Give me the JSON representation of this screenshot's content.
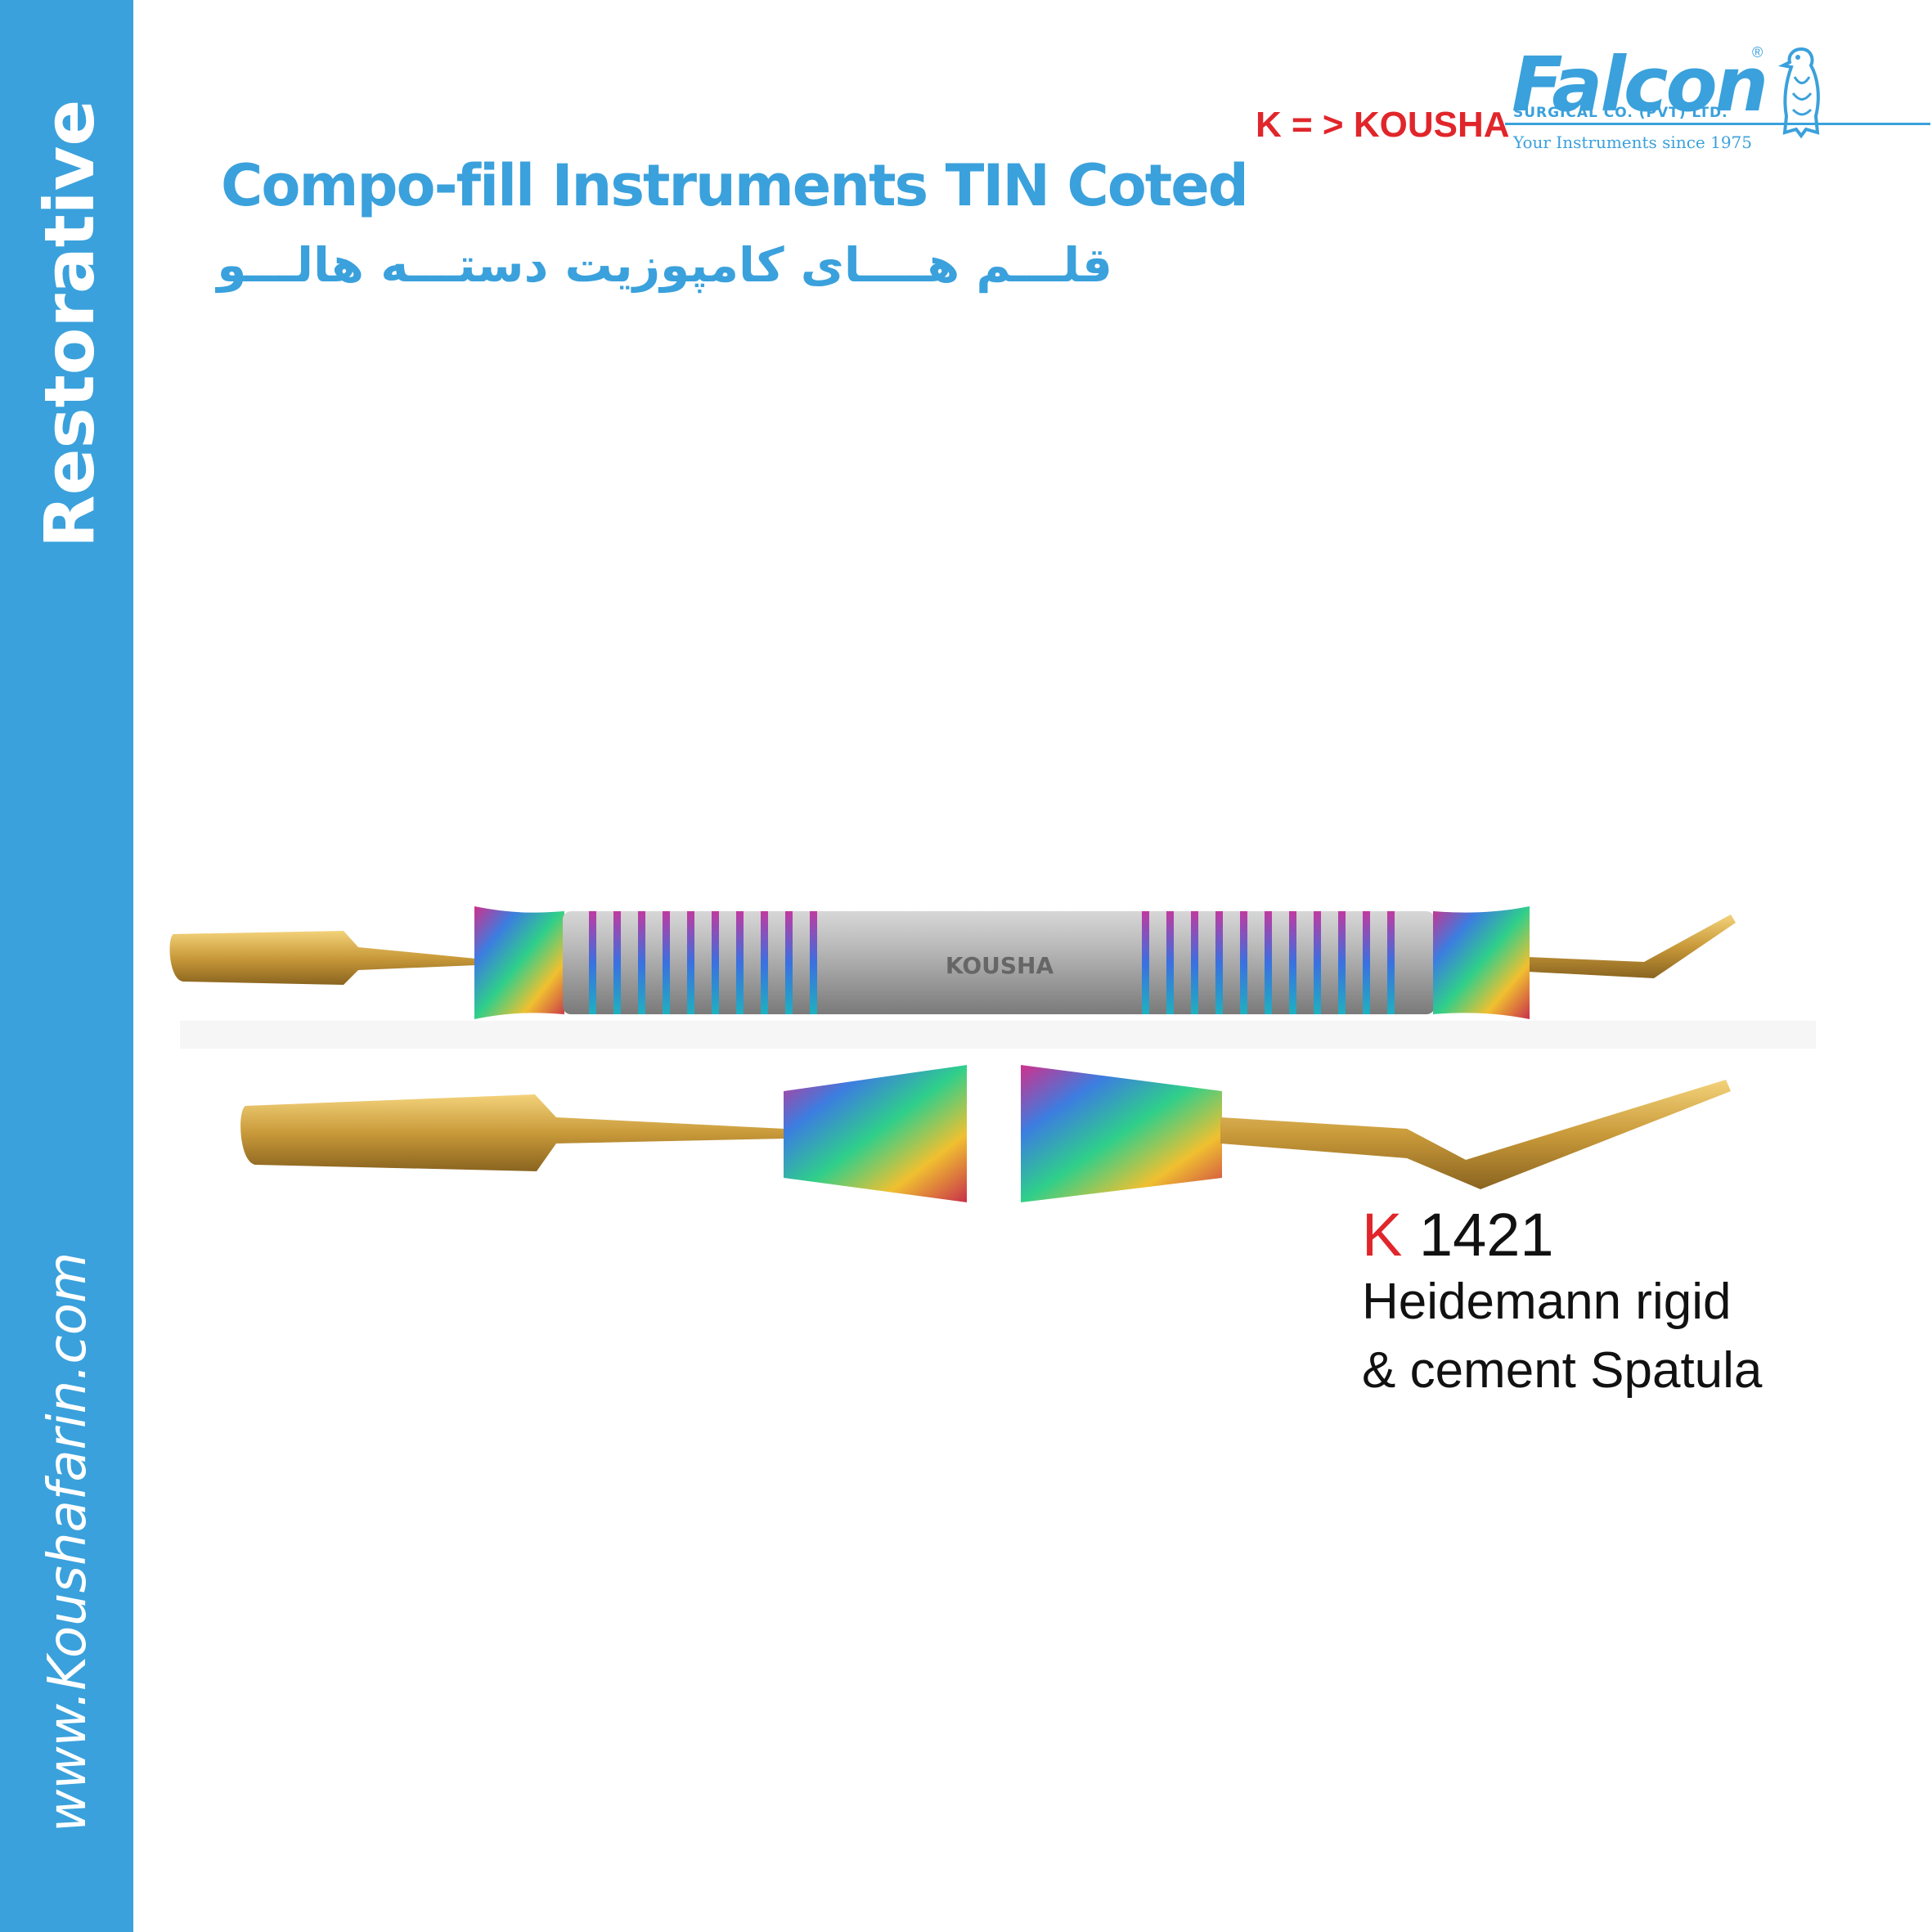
{
  "sidebar": {
    "category": "Restorative",
    "website": "www.Koushafarin.com"
  },
  "header": {
    "title": "Compo-fill Instruments TIN Coted",
    "subtitle_fa": "قلـــم هــــای کامپوزیت دستـــه هالـــو",
    "brand_mapping": "K = > KOUSHA"
  },
  "logo": {
    "name": "Falcon",
    "registered": "®",
    "company": "SURGICAL CO. (PVT) LTD.",
    "tagline": "Your Instruments since 1975"
  },
  "instrument": {
    "handle_label": "KOUSHA"
  },
  "product": {
    "prefix": "K",
    "number": "1421",
    "name_line1": "Heidemann rigid",
    "name_line2": "& cement Spatula"
  },
  "colors": {
    "accent_blue": "#3aa1dc",
    "brand_red": "#e0262b",
    "gold": "#c99a3a"
  }
}
